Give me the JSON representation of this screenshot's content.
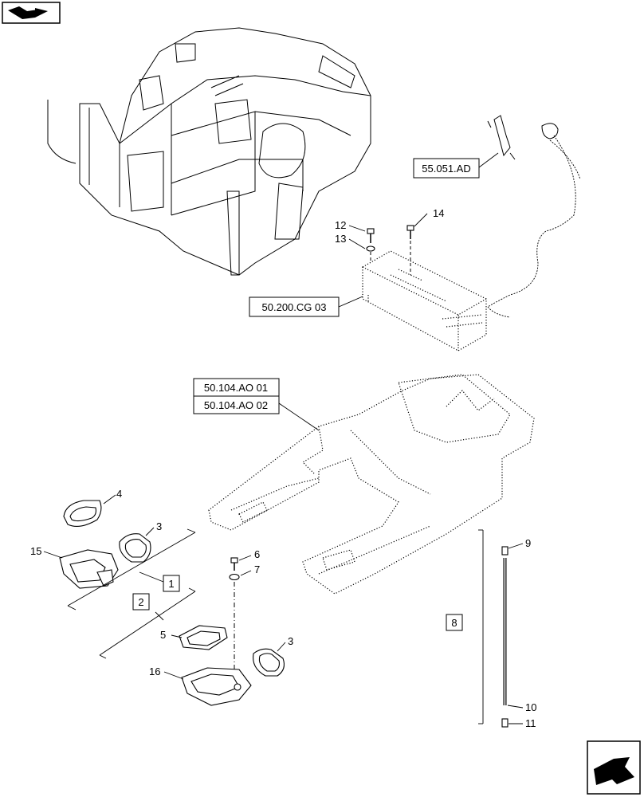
{
  "icons": {
    "top_nav": "book-arrow-icon",
    "bottom_nav": "next-page-arrow-icon"
  },
  "refs": {
    "r55051": "55.051.AD",
    "r50200": "50.200.CG 03",
    "r50104a": "50.104.AO 01",
    "r50104b": "50.104.AO 02"
  },
  "groups": {
    "g1": "1",
    "g2": "2",
    "g8": "8"
  },
  "callouts": {
    "c3a": "3",
    "c3b": "3",
    "c4": "4",
    "c5": "5",
    "c6": "6",
    "c7": "7",
    "c9": "9",
    "c10": "10",
    "c11": "11",
    "c12": "12",
    "c13": "13",
    "c14": "14",
    "c15": "15",
    "c16": "16"
  }
}
